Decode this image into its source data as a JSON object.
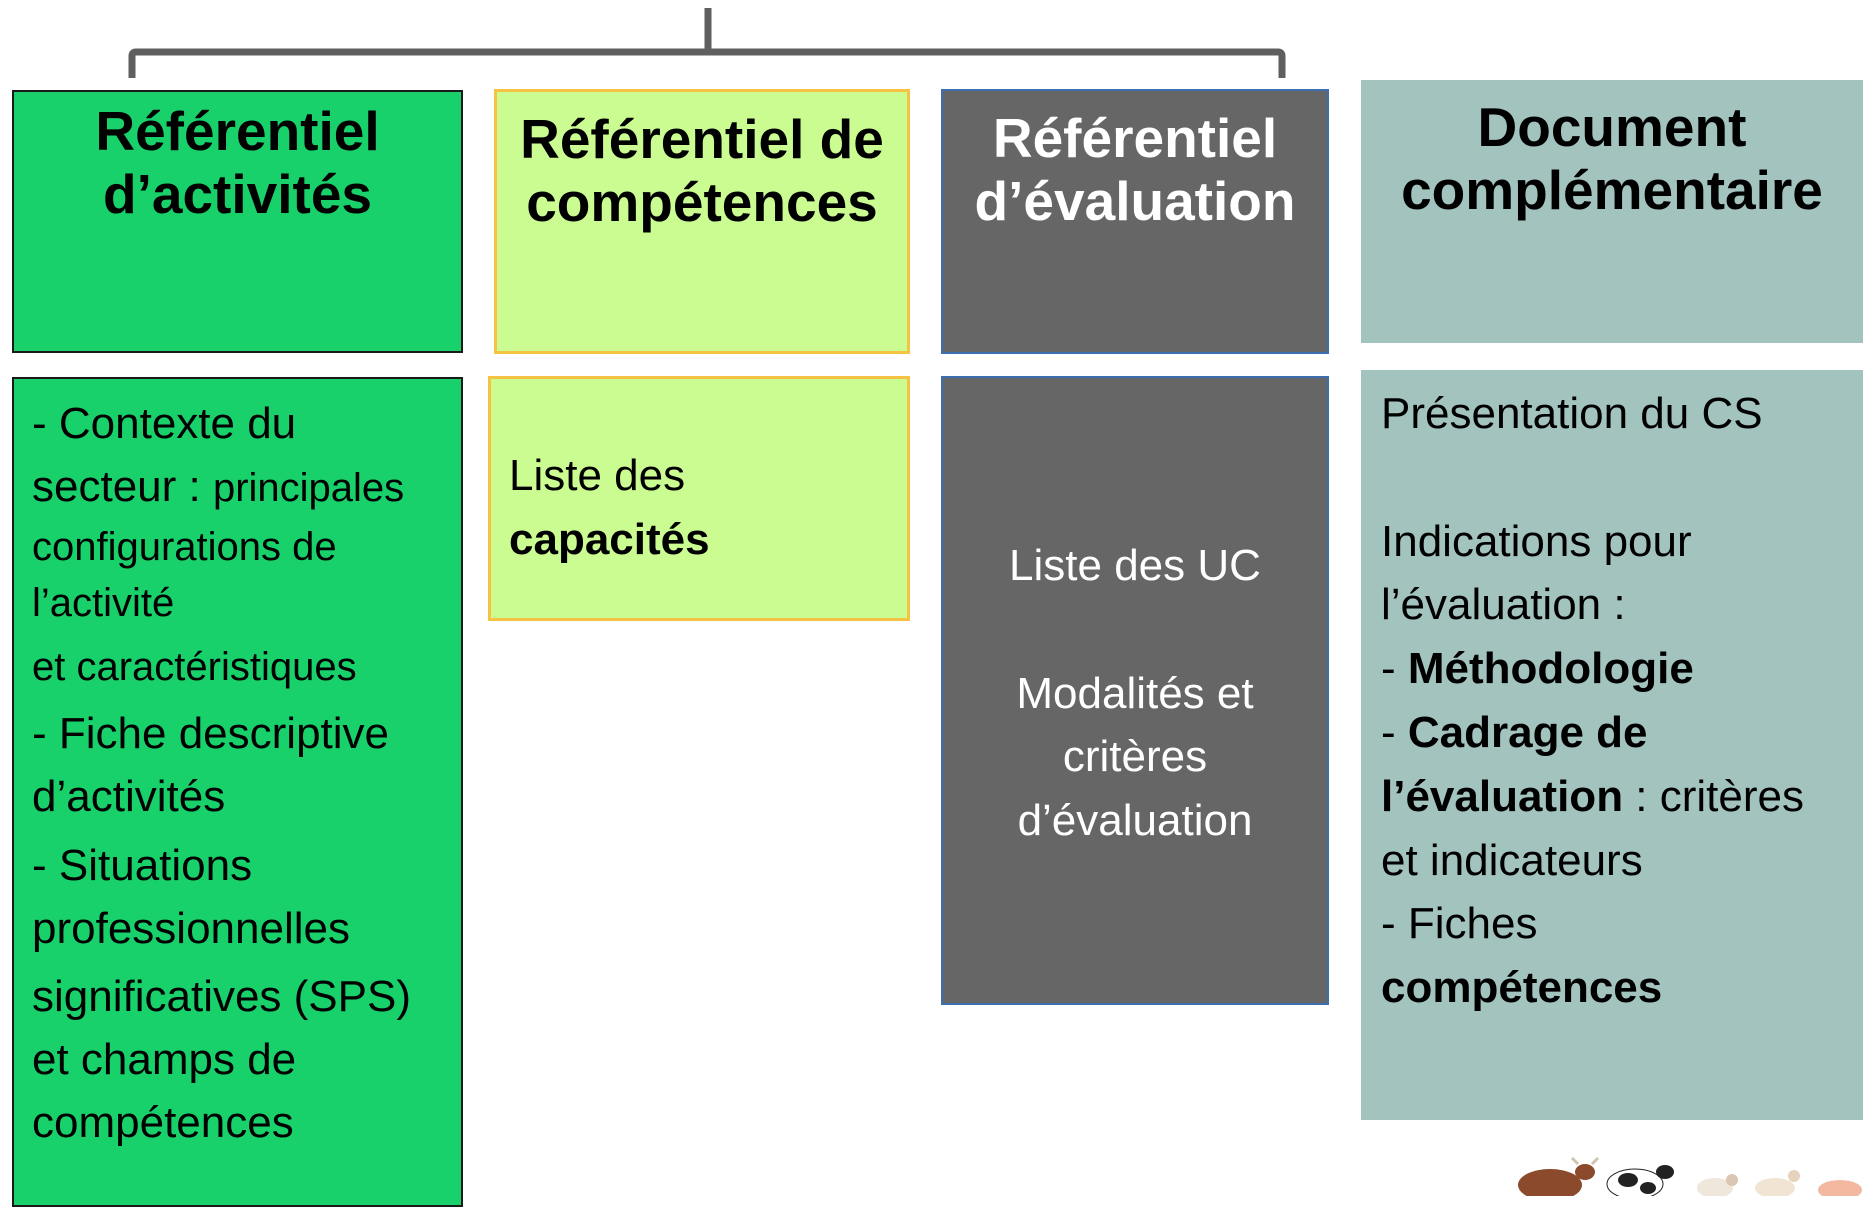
{
  "headers": {
    "activites": [
      "Référentiel",
      "d’activités"
    ],
    "competences": [
      "Référentiel de",
      "compétences"
    ],
    "evaluation": [
      "Référentiel",
      "d’évaluation"
    ],
    "document": [
      "Document",
      "complémentaire"
    ]
  },
  "activites_body": {
    "l1": "- Contexte du",
    "l2a": "secteur : ",
    "l2b": "principales",
    "l3": "configurations de",
    "l4": "l’activité",
    "l5": "et caractéristiques",
    "l6": "- Fiche descriptive",
    "l7": "d’activités",
    "l8": "- Situations",
    "l9": "professionnelles",
    "l10": "significatives (SPS)",
    "l11": "et champs de",
    "l12": "compétences"
  },
  "competences_body": {
    "l1": "Liste des",
    "l2": "capacités"
  },
  "evaluation_body": {
    "l1": "Liste des UC",
    "l2": "Modalités et",
    "l3": "critères",
    "l4": "d’évaluation"
  },
  "document_body": {
    "l1": "Présentation du CS",
    "l2": "Indications pour",
    "l3": "l’évaluation :",
    "l4_dash": "- ",
    "l4_bold": "Méthodologie",
    "l5_dash": "- ",
    "l5_bold": "Cadrage de",
    "l6_bold": "l’évaluation",
    "l6_rest": " : critères",
    "l7": "et indicateurs",
    "l8": "- Fiches",
    "l9_bold": "compétences"
  },
  "colors": {
    "green": "#18d16b",
    "lime": "#cbfc92",
    "gray": "#666666",
    "teal": "#a3c3bf",
    "bracket": "#5f5f5f"
  },
  "icons": [
    "bull-icon",
    "cow-icon",
    "sheep-icon",
    "goat-icon",
    "pig-icon"
  ]
}
